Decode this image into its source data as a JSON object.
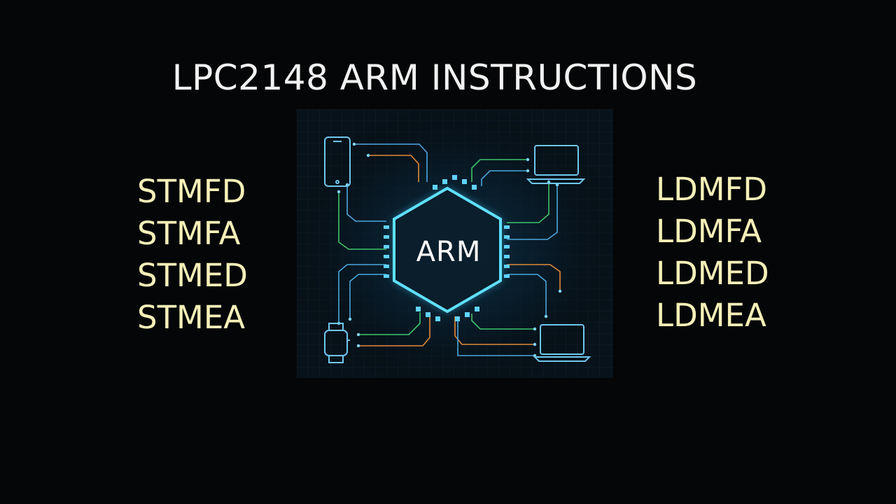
{
  "title": "LPC2148 ARM INSTRUCTIONS",
  "store_instructions": [
    "STMFD",
    "STMFA",
    "STMED",
    "STMEA"
  ],
  "load_instructions": [
    "LDMFD",
    "LDMFA",
    "LDMED",
    "LDMEA"
  ],
  "chip": {
    "label": "ARM",
    "icons": {
      "top_left": "smartphone-icon",
      "top_right": "laptop-icon",
      "bottom_left": "smartwatch-icon",
      "bottom_right": "laptop-icon"
    }
  },
  "colors": {
    "background": "#050607",
    "title_text": "#f2f2f2",
    "instruction_text": "#f5f0b8",
    "chip_glow": "#3fd1ff",
    "trace_blue": "#4aa8e0",
    "trace_green": "#3ec46a",
    "trace_orange": "#e08a3a"
  }
}
